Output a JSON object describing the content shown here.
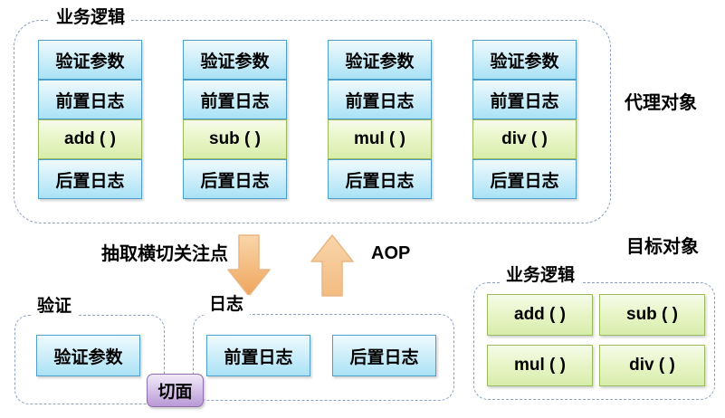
{
  "colors": {
    "blue_box_border": "#4e9fd0",
    "blue_box_fill_top": "#eefafe",
    "blue_box_fill_bottom": "#a9e2f5",
    "green_box_border": "#9cba5e",
    "green_box_fill_top": "#f6fbe9",
    "green_box_fill_bottom": "#d8edab",
    "purple_box_border": "#8e6cad",
    "purple_box_fill_bottom": "#b998d7",
    "arrow_fill_top": "#f8d2a2",
    "arrow_fill_bottom": "#efa55c",
    "dashed_border": "#8aa0c8"
  },
  "proxy": {
    "label": "业务逻辑",
    "side_label": "代理对象",
    "columns": [
      {
        "cells": [
          "验证参数",
          "前置日志",
          "add ( )",
          "后置日志"
        ]
      },
      {
        "cells": [
          "验证参数",
          "前置日志",
          "sub ( )",
          "后置日志"
        ]
      },
      {
        "cells": [
          "验证参数",
          "前置日志",
          "mul ( )",
          "后置日志"
        ]
      },
      {
        "cells": [
          "验证参数",
          "前置日志",
          "div ( )",
          "后置日志"
        ]
      }
    ]
  },
  "middle": {
    "extract_label": "抽取横切关注点",
    "aop_label": "AOP"
  },
  "validation_group": {
    "label": "验证",
    "boxes": [
      "验证参数"
    ]
  },
  "log_group": {
    "label": "日志",
    "boxes": [
      "前置日志",
      "后置日志"
    ]
  },
  "aspect_label": "切面",
  "target": {
    "side_label": "目标对象",
    "label": "业务逻辑",
    "methods": [
      "add ( )",
      "sub ( )",
      "mul ( )",
      "div ( )"
    ]
  }
}
